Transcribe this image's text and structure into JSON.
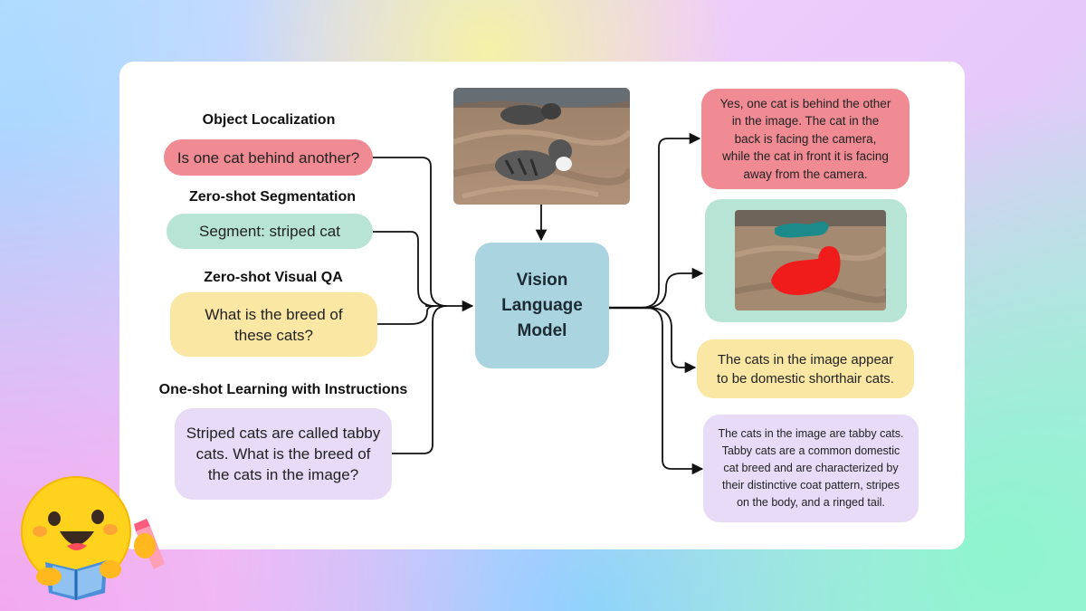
{
  "colors": {
    "red_pill": "#f08a93",
    "green_pill": "#b7e4d5",
    "yellow_pill": "#fbe7a4",
    "purple_pill": "#e7dbf7",
    "model_box": "#a9d4e0",
    "wire": "#111111"
  },
  "inputs": [
    {
      "title": "Object Localization",
      "prompt": "Is one cat behind another?"
    },
    {
      "title": "Zero-shot Segmentation",
      "prompt": "Segment: striped cat"
    },
    {
      "title": "Zero-shot Visual QA",
      "prompt_lines": [
        "What is the breed of",
        "these cats?"
      ]
    },
    {
      "title": "One-shot Learning with Instructions",
      "prompt_lines": [
        "Striped cats are called tabby",
        "cats. What is the breed of",
        "the cats in the image?"
      ]
    }
  ],
  "model": {
    "lines": [
      "Vision",
      "Language",
      "Model"
    ]
  },
  "outputs": [
    {
      "lines": [
        "Yes, one cat is behind the other",
        "in the image. The cat in the",
        "back is facing the camera,",
        "while the cat in front it is facing",
        "away from the camera."
      ]
    },
    {
      "icon": "segmentation-mask-image"
    },
    {
      "lines": [
        "The cats in the image appear",
        "to be domestic shorthair cats."
      ]
    },
    {
      "lines": [
        "The cats in the image are tabby cats.",
        "Tabby cats are a common domestic",
        "cat breed and are characterized by",
        "their distinctive coat pattern,  stripes",
        "on the body, and a ringed tail."
      ]
    }
  ],
  "icons": {
    "mascot": "hugging-face-reading-icon",
    "photo": "cats-on-fishing-nets-photo"
  }
}
